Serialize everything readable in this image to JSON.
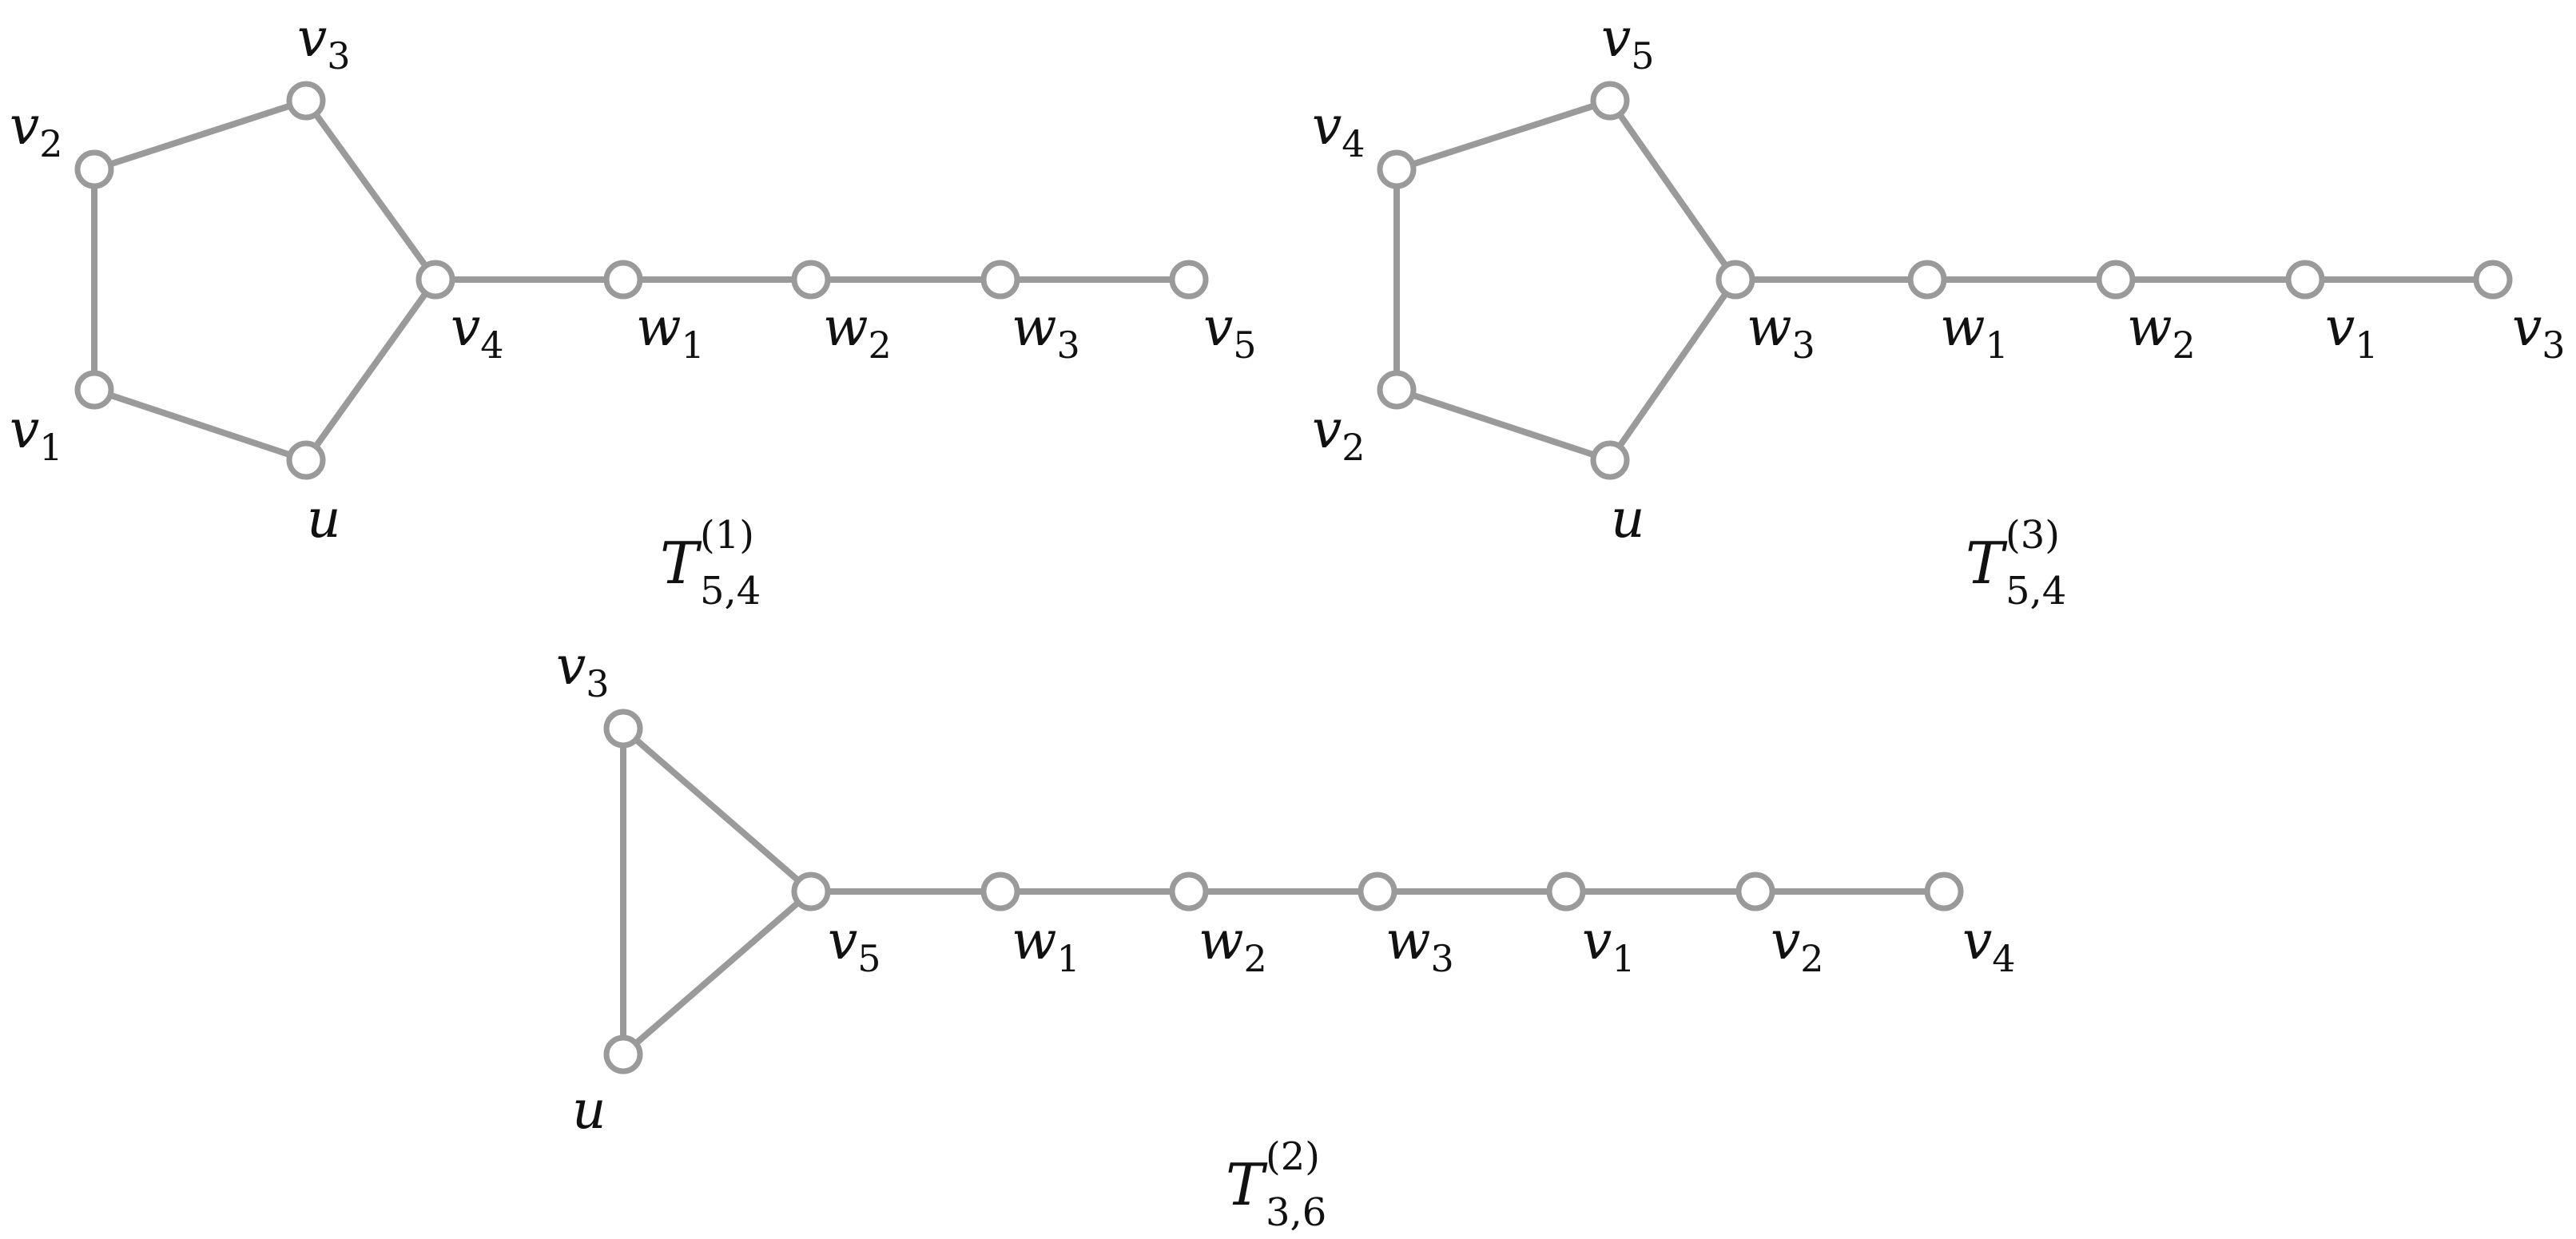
{
  "graphs": [
    {
      "id": "t54-1",
      "title": {
        "base": "T",
        "sup": "(1)",
        "sub": "5,4"
      },
      "nodes": [
        {
          "id": "v3",
          "name": "v",
          "sub": "3"
        },
        {
          "id": "v2",
          "name": "v",
          "sub": "2"
        },
        {
          "id": "v4",
          "name": "v",
          "sub": "4"
        },
        {
          "id": "v1",
          "name": "v",
          "sub": "1"
        },
        {
          "id": "u",
          "name": "u",
          "sub": ""
        },
        {
          "id": "w1",
          "name": "w",
          "sub": "1"
        },
        {
          "id": "w2",
          "name": "w",
          "sub": "2"
        },
        {
          "id": "w3",
          "name": "w",
          "sub": "3"
        },
        {
          "id": "v5",
          "name": "v",
          "sub": "5"
        }
      ],
      "edges": [
        [
          "v2",
          "v3"
        ],
        [
          "v3",
          "v4"
        ],
        [
          "v2",
          "v1"
        ],
        [
          "v1",
          "u"
        ],
        [
          "u",
          "v4"
        ],
        [
          "v4",
          "w1"
        ],
        [
          "w1",
          "w2"
        ],
        [
          "w2",
          "w3"
        ],
        [
          "w3",
          "v5"
        ]
      ]
    },
    {
      "id": "t54-3",
      "title": {
        "base": "T",
        "sup": "(3)",
        "sub": "5,4"
      },
      "nodes": [
        {
          "id": "v5",
          "name": "v",
          "sub": "5"
        },
        {
          "id": "v4",
          "name": "v",
          "sub": "4"
        },
        {
          "id": "w3",
          "name": "w",
          "sub": "3"
        },
        {
          "id": "v2",
          "name": "v",
          "sub": "2"
        },
        {
          "id": "u",
          "name": "u",
          "sub": ""
        },
        {
          "id": "w1",
          "name": "w",
          "sub": "1"
        },
        {
          "id": "w2",
          "name": "w",
          "sub": "2"
        },
        {
          "id": "v1",
          "name": "v",
          "sub": "1"
        },
        {
          "id": "v3",
          "name": "v",
          "sub": "3"
        }
      ],
      "edges": [
        [
          "v4",
          "v5"
        ],
        [
          "v5",
          "w3"
        ],
        [
          "v4",
          "v2"
        ],
        [
          "v2",
          "u"
        ],
        [
          "u",
          "w3"
        ],
        [
          "w3",
          "w1"
        ],
        [
          "w1",
          "w2"
        ],
        [
          "w2",
          "v1"
        ],
        [
          "v1",
          "v3"
        ]
      ]
    },
    {
      "id": "t36-2",
      "title": {
        "base": "T",
        "sup": "(2)",
        "sub": "3,6"
      },
      "nodes": [
        {
          "id": "v3",
          "name": "v",
          "sub": "3"
        },
        {
          "id": "v5",
          "name": "v",
          "sub": "5"
        },
        {
          "id": "u",
          "name": "u",
          "sub": ""
        },
        {
          "id": "w1",
          "name": "w",
          "sub": "1"
        },
        {
          "id": "w2",
          "name": "w",
          "sub": "2"
        },
        {
          "id": "w3",
          "name": "w",
          "sub": "3"
        },
        {
          "id": "v1",
          "name": "v",
          "sub": "1"
        },
        {
          "id": "v2",
          "name": "v",
          "sub": "2"
        },
        {
          "id": "v4",
          "name": "v",
          "sub": "4"
        }
      ],
      "edges": [
        [
          "v3",
          "u"
        ],
        [
          "v3",
          "v5"
        ],
        [
          "u",
          "v5"
        ],
        [
          "v5",
          "w1"
        ],
        [
          "w1",
          "w2"
        ],
        [
          "w2",
          "w3"
        ],
        [
          "w3",
          "v1"
        ],
        [
          "v1",
          "v2"
        ],
        [
          "v2",
          "v4"
        ]
      ]
    }
  ]
}
